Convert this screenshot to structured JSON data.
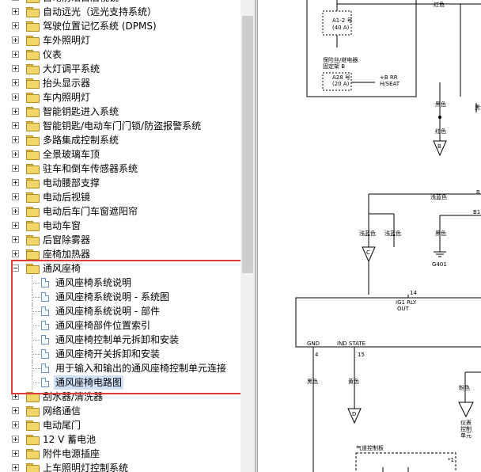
{
  "tree": {
    "items": [
      {
        "label": "自动防眩目后视镜",
        "kind": "folder",
        "state": "collapsed"
      },
      {
        "label": "自动远光（远光支持系统）",
        "kind": "folder",
        "state": "collapsed"
      },
      {
        "label": "驾驶位置记忆系统 (DPMS)",
        "kind": "folder",
        "state": "collapsed"
      },
      {
        "label": "车外照明灯",
        "kind": "folder",
        "state": "collapsed"
      },
      {
        "label": "仪表",
        "kind": "folder",
        "state": "collapsed"
      },
      {
        "label": "大灯调平系统",
        "kind": "folder",
        "state": "collapsed"
      },
      {
        "label": "抬头显示器",
        "kind": "folder",
        "state": "collapsed"
      },
      {
        "label": "车内照明灯",
        "kind": "folder",
        "state": "collapsed"
      },
      {
        "label": "智能钥匙进入系统",
        "kind": "folder",
        "state": "collapsed"
      },
      {
        "label": "智能钥匙/电动车门门锁/防盗报警系统",
        "kind": "folder",
        "state": "collapsed"
      },
      {
        "label": "多路集成控制系统",
        "kind": "folder",
        "state": "collapsed"
      },
      {
        "label": "全景玻璃车顶",
        "kind": "folder",
        "state": "collapsed"
      },
      {
        "label": "驻车和倒车传感器系统",
        "kind": "folder",
        "state": "collapsed"
      },
      {
        "label": "电动腰部支撑",
        "kind": "folder",
        "state": "collapsed"
      },
      {
        "label": "电动后视镜",
        "kind": "folder",
        "state": "collapsed"
      },
      {
        "label": "电动后车门车窗遮阳帘",
        "kind": "folder",
        "state": "collapsed"
      },
      {
        "label": "电动车窗",
        "kind": "folder",
        "state": "collapsed"
      },
      {
        "label": "后窗除雾器",
        "kind": "folder",
        "state": "collapsed"
      },
      {
        "label": "座椅加热器",
        "kind": "folder",
        "state": "collapsed"
      },
      {
        "label": "通风座椅",
        "kind": "folder",
        "state": "expanded"
      },
      {
        "label": "通风座椅系统说明",
        "kind": "page"
      },
      {
        "label": "通风座椅系统说明 - 系统图",
        "kind": "page"
      },
      {
        "label": "通风座椅系统说明 - 部件",
        "kind": "page"
      },
      {
        "label": "通风座椅部件位置索引",
        "kind": "page"
      },
      {
        "label": "通风座椅控制单元拆卸和安装",
        "kind": "page"
      },
      {
        "label": "通风座椅开关拆卸和安装",
        "kind": "page"
      },
      {
        "label": "用于输入和输出的通风座椅控制单元连接",
        "kind": "page"
      },
      {
        "label": "通风座椅电路图",
        "kind": "page",
        "selected": true
      },
      {
        "label": "刮水器/清洗器",
        "kind": "folder",
        "state": "collapsed"
      },
      {
        "label": "网络通信",
        "kind": "folder",
        "state": "collapsed"
      },
      {
        "label": "电动尾门",
        "kind": "folder",
        "state": "collapsed"
      },
      {
        "label": "12 V 蓄电池",
        "kind": "folder",
        "state": "collapsed"
      },
      {
        "label": "附件电源插座",
        "kind": "folder",
        "state": "collapsed"
      },
      {
        "label": "上车照明灯控制系统",
        "kind": "folder",
        "state": "collapsed"
      }
    ]
  },
  "diagram": {
    "fuse_a1": "A1-2 号",
    "fuse_a1_rating": "(40 A)",
    "fuse_box_label_1": "保险丝/继电器",
    "fuse_box_label_2": "固定架 B",
    "fuse_a28": "A28 号",
    "fuse_a28_rating": "(20 A)",
    "power_label_1": "+B RR",
    "power_label_2": "H/SEAT",
    "wire_red_top": "红色",
    "wire_black_1": "黑色",
    "wire_red_2": "红色",
    "conn_b": "B",
    "wire_lightblue_h": "浅蓝色",
    "conn_b_right": "B",
    "conn_b1": "B1",
    "wire_lightblue_1": "浅蓝色",
    "wire_lightblue_2": "浅蓝色",
    "wire_black_2": "黑色",
    "conn_c": "C",
    "ground_g401": "G401",
    "pin_14": "14",
    "unit_ig1_1": "IG1 RLY",
    "unit_ig1_2": "OUT",
    "unit_gnd": "GND",
    "unit_ind_state": "IND STATE",
    "pin_4": "4",
    "pin_15": "15",
    "wire_black_3": "黑色",
    "wire_yellow": "黄色",
    "conn_d": "D",
    "wire_pink": "粉色",
    "label_right_1": "仪表",
    "label_right_2": "控制",
    "label_right_3": "单元",
    "seat_control_label": "气道控制板",
    "note_1": "*1"
  }
}
